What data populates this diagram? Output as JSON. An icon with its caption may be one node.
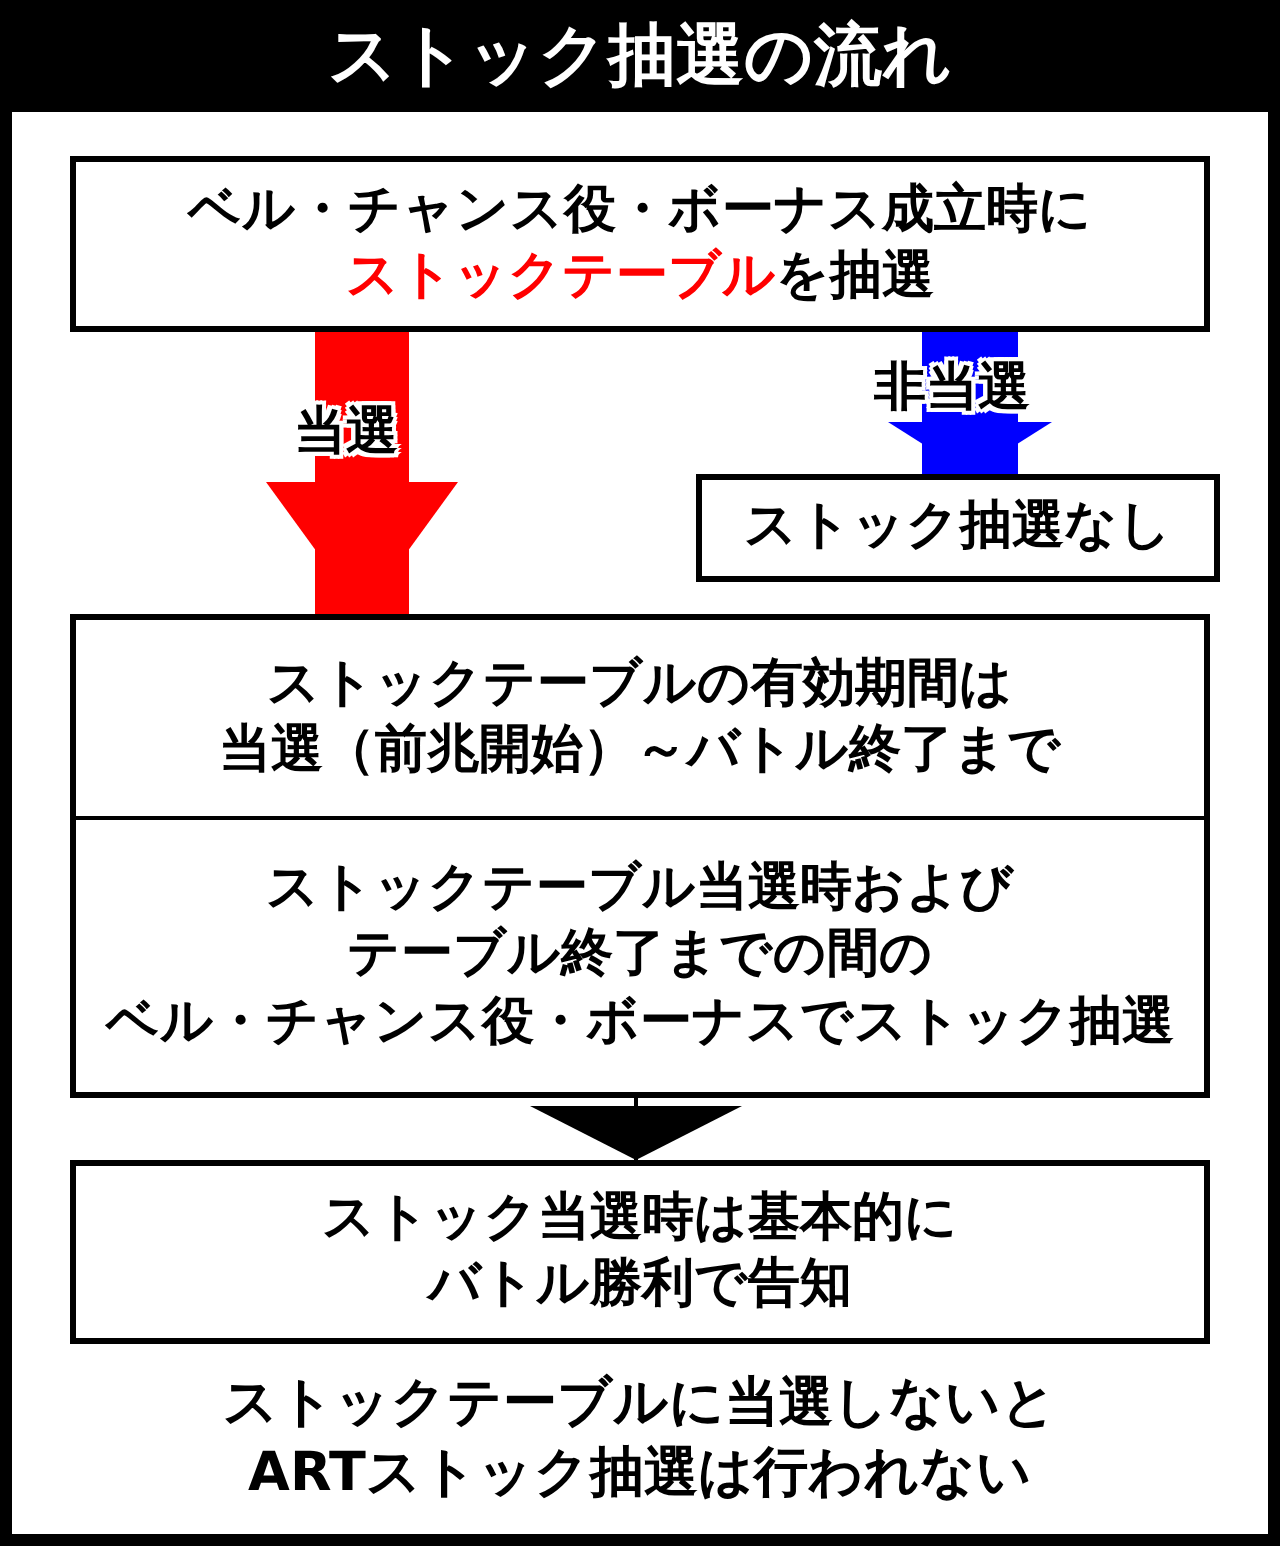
{
  "diagram": {
    "title": "ストック抽選の流れ",
    "nodes": [
      {
        "text": [
          "ベル・チャンス役・ボーナス成立時に**ストックテーブル**を抽選"
        ]
      },
      {
        "text": [
          "ストック抽選なし"
        ]
      },
      {
        "text": [
          "ストックテーブルの有効期間は当選（前兆開始）～バトル終了まで",
          "ストックテーブル当選時およびテーブル終了までの間のベル・チャンス役・ボーナスでストック抽選"
        ]
      },
      {
        "text": [
          "ストック当選時は基本的にバトル勝利で告知"
        ]
      }
    ],
    "edges": [
      {
        "from": 0,
        "to": 2,
        "arrow": "to",
        "label": "当選",
        "color": "#ff0000"
      },
      {
        "from": 0,
        "to": 1,
        "arrow": "to",
        "label": "非当選",
        "color": "#0000ff"
      },
      {
        "from": 2,
        "to": 3,
        "arrow": "to",
        "color": "#000000"
      }
    ],
    "labels": [
      "ストックテーブルに当選しないとARTストック抽選は行われない"
    ]
  }
}
